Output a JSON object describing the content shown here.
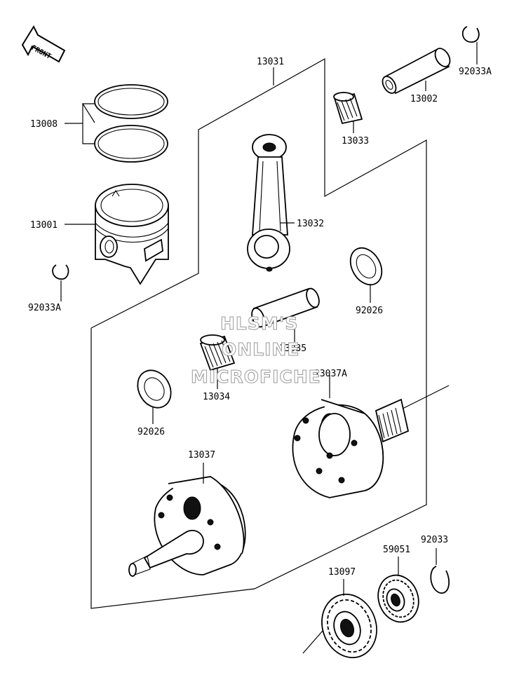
{
  "front_label": "FRONT",
  "watermark": [
    "HLSM'S",
    "ONLINE",
    "MICROFICHE"
  ],
  "labels": {
    "p13031": "13031",
    "p13008": "13008",
    "p13001": "13001",
    "p92033A_left": "92033A",
    "p13032": "13032",
    "p13033": "13033",
    "p13002": "13002",
    "p92033A_right": "92033A",
    "p92026_right": "92026",
    "p13035": "13035",
    "p13034": "13034",
    "p13037A": "13037A",
    "p92026_left": "92026",
    "p13037": "13037",
    "p92033": "92033",
    "p59051": "59051",
    "p13097": "13097"
  },
  "colors": {
    "line": "#000000",
    "watermark_outline": "#9a9a9a"
  },
  "icons": {
    "front": "front-arrow-icon"
  }
}
